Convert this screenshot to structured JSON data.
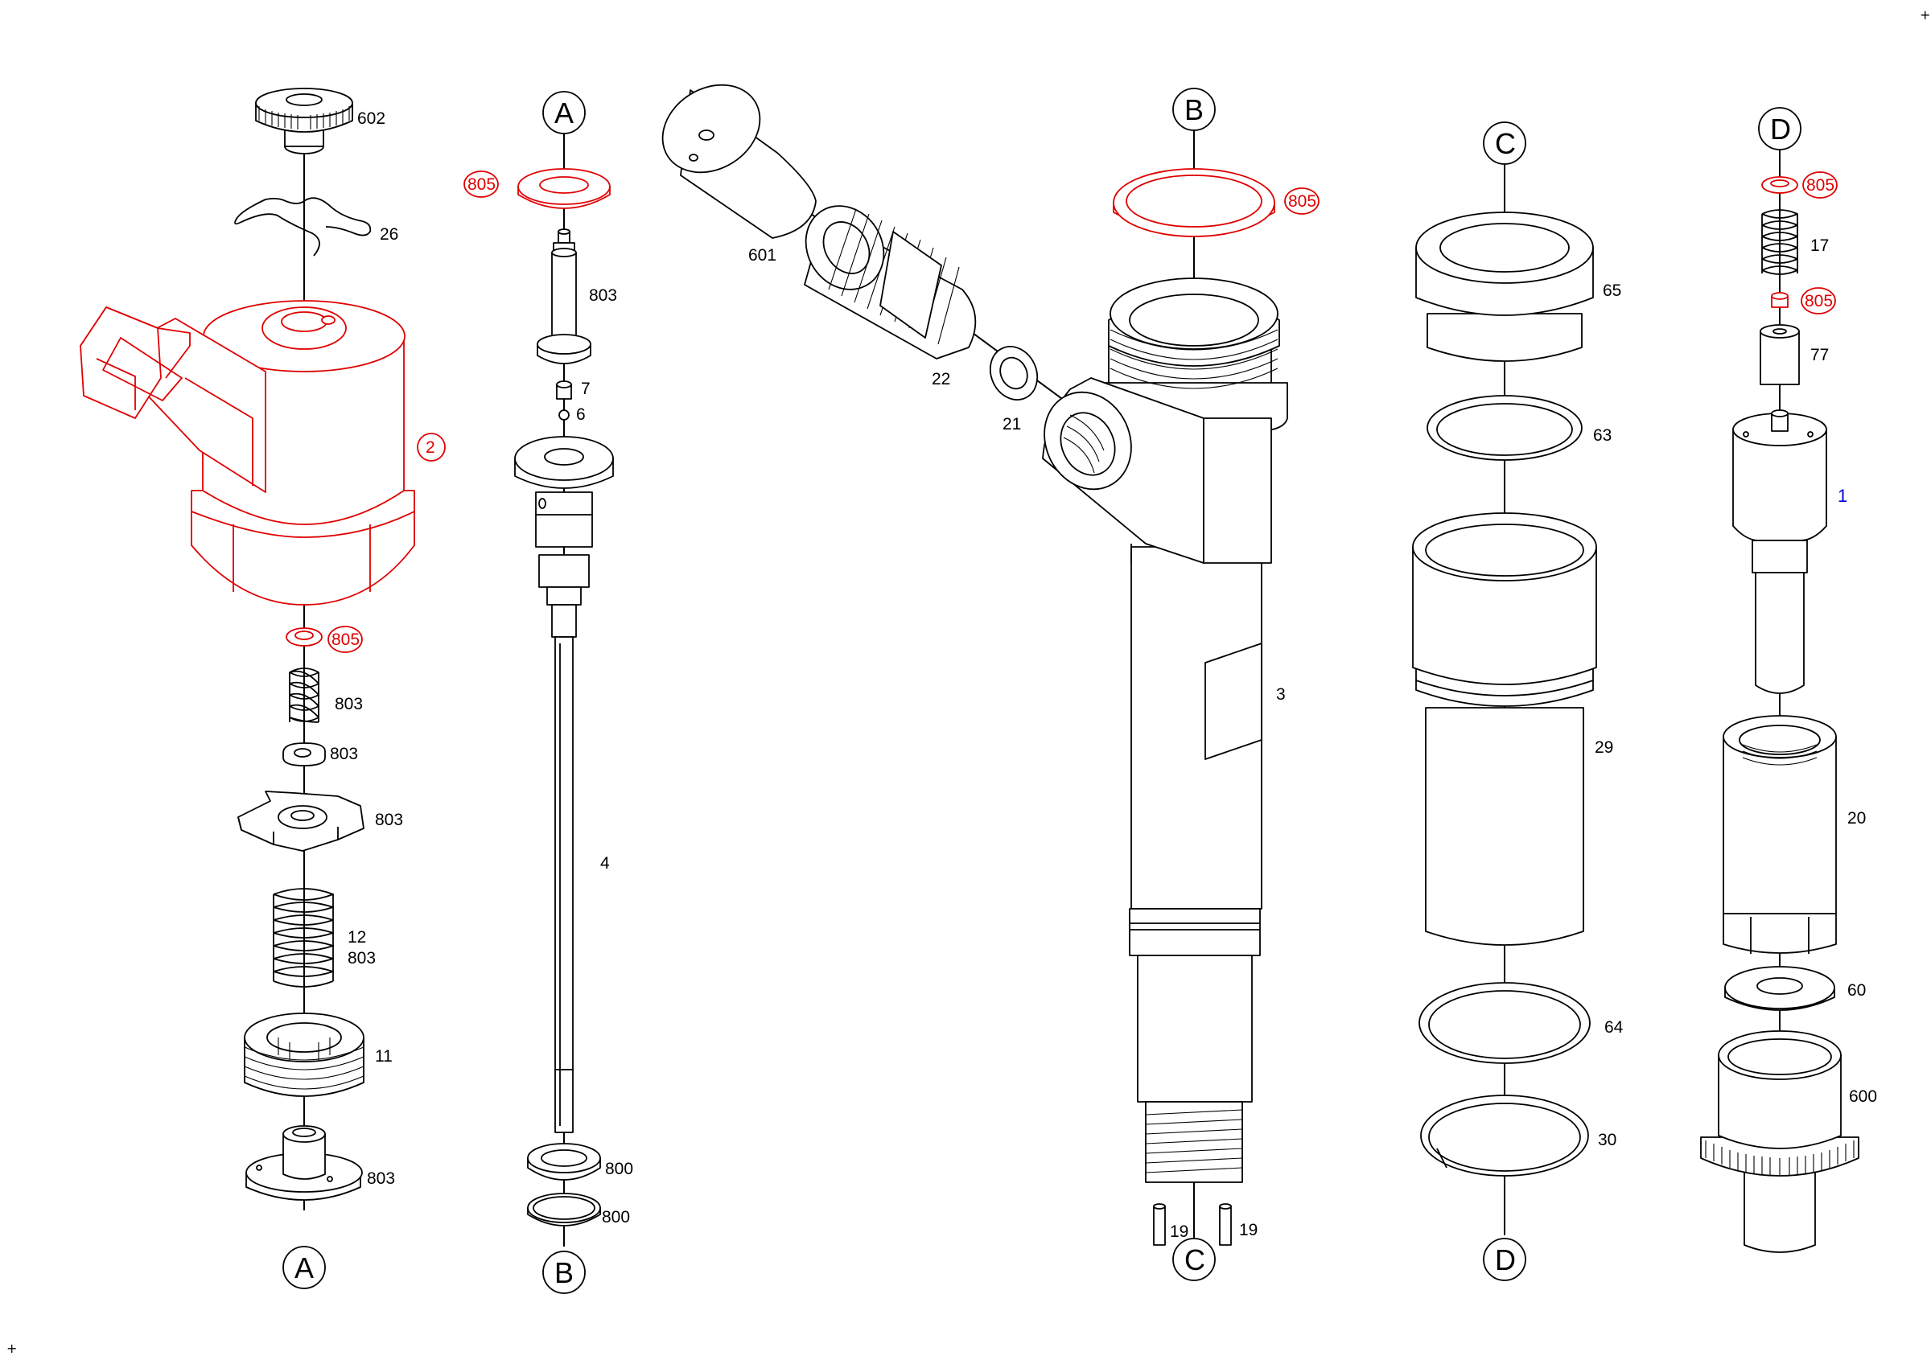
{
  "diagram": {
    "title": "Injector exploded parts view",
    "references": {
      "a": "A",
      "b": "B",
      "c": "C",
      "d": "D"
    },
    "labels": {
      "p602": "602",
      "p26": "26",
      "p2": "2",
      "p805": "805",
      "p803": "803",
      "p12": "12",
      "p11": "11",
      "p7": "7",
      "p6": "6",
      "p4": "4",
      "p800": "800",
      "p601": "601",
      "p22": "22",
      "p21": "21",
      "p3": "3",
      "p19": "19",
      "p65": "65",
      "p63": "63",
      "p29": "29",
      "p64": "64",
      "p30": "30",
      "p17": "17",
      "p77": "77",
      "p1": "1",
      "p20": "20",
      "p60": "60",
      "p600": "600"
    },
    "marks": {
      "crosshair": "+"
    },
    "colors": {
      "ink": "#000000",
      "highlight": "#e00000",
      "link": "#0000e0",
      "background": "#ffffff"
    }
  }
}
